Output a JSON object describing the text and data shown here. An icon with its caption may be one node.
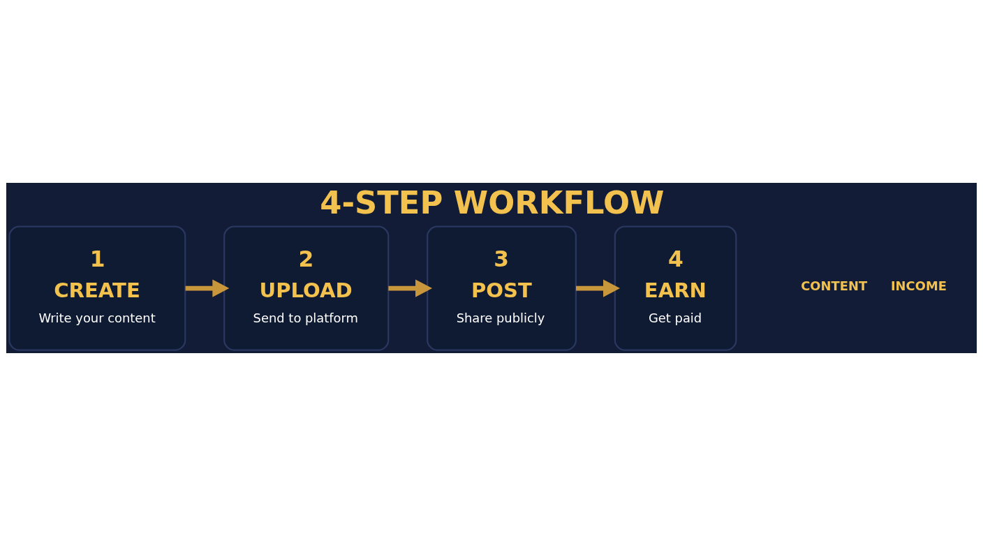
{
  "diagram": {
    "title": "4-STEP WORKFLOW",
    "nodes": [
      {
        "text": [
          "1",
          "CREATE",
          "Write your content"
        ]
      },
      {
        "text": [
          "2",
          "UPLOAD",
          "Send to platform"
        ]
      },
      {
        "text": [
          "3",
          "POST",
          "Share publicly"
        ]
      },
      {
        "text": [
          "4",
          "EARN",
          "Get paid"
        ]
      }
    ],
    "edges": [
      {
        "from": 0,
        "to": 1,
        "arrow": "to"
      },
      {
        "from": 1,
        "to": 2,
        "arrow": "to"
      },
      {
        "from": 2,
        "to": 3,
        "arrow": "to"
      }
    ],
    "labels": [
      "CONTENT",
      "INCOME"
    ]
  }
}
